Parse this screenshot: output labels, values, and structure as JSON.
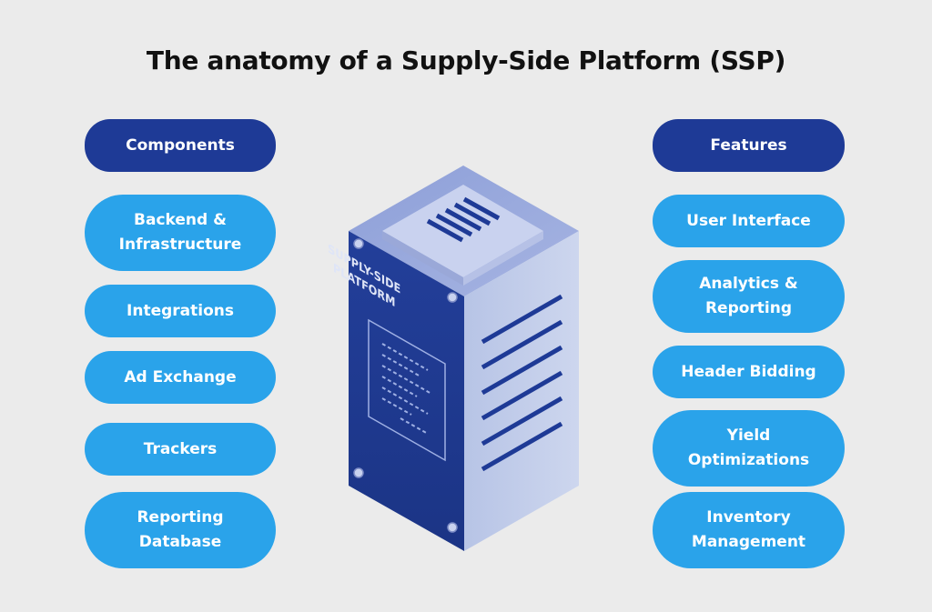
{
  "title": "The anatomy of a Supply-Side Platform (SSP)",
  "left": {
    "header": "Components",
    "items": [
      "Backend &\nInfrastructure",
      "Integrations",
      "Ad Exchange",
      "Trackers",
      "Reporting\nDatabase"
    ]
  },
  "right": {
    "header": "Features",
    "items": [
      "User Interface",
      "Analytics &\nReporting",
      "Header Bidding",
      "Yield\nOptimizations",
      "Inventory\nManagement"
    ]
  },
  "server": {
    "label_line1": "SUPPLY-SIDE",
    "label_line2": "PLATFORM"
  },
  "colors": {
    "header_pill": "#1e3a96",
    "item_pill": "#2aa3ea",
    "background": "#ebebeb"
  }
}
